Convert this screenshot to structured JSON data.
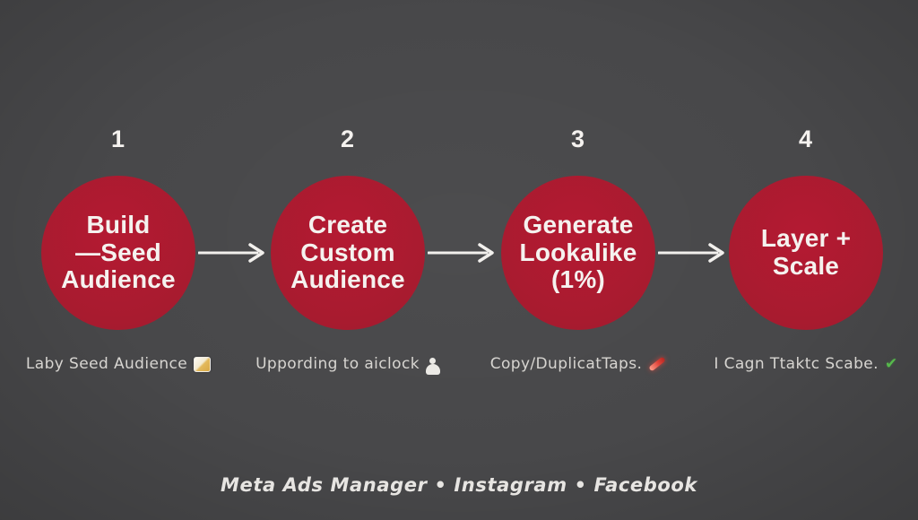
{
  "colors": {
    "background": "#48484a",
    "circle_red": "#a81b2f",
    "circle_red_highlight": "#b41a32",
    "circle_red_shadow": "#9e1c2e",
    "white_text": "#f5f2ef",
    "caption_gray": "#d7d5d1",
    "footer_gray": "#e7e5e2",
    "arrow_white": "#f2f0ed",
    "check_green": "#57b94c",
    "pencil_red": "#e04238",
    "pencil_red_highlight": "#ff9d8a",
    "picture_gold": "#e3b95c",
    "icon_white": "#eceae6"
  },
  "steps": [
    {
      "number": "1",
      "circle_lines": [
        "Build",
        "—Seed",
        "Audience"
      ],
      "caption": "Laby Seed Audience",
      "icon": "picture-icon"
    },
    {
      "number": "2",
      "circle_lines": [
        "Create",
        "Custom",
        "Audience"
      ],
      "caption": "Uppording to aiclock",
      "icon": "person-icon"
    },
    {
      "number": "3",
      "circle_lines": [
        "Generate",
        "Lookalike",
        "(1%)"
      ],
      "caption": "Copy/DuplicatTaps.",
      "icon": "pencil-icon"
    },
    {
      "number": "4",
      "circle_lines": [
        "Layer +",
        "Scale"
      ],
      "caption": "I Cagn Ttaktc Scabe.",
      "icon": "check-icon"
    }
  ],
  "footer": {
    "text": "Meta Ads Manager  •  Instagram  •  Facebook"
  }
}
